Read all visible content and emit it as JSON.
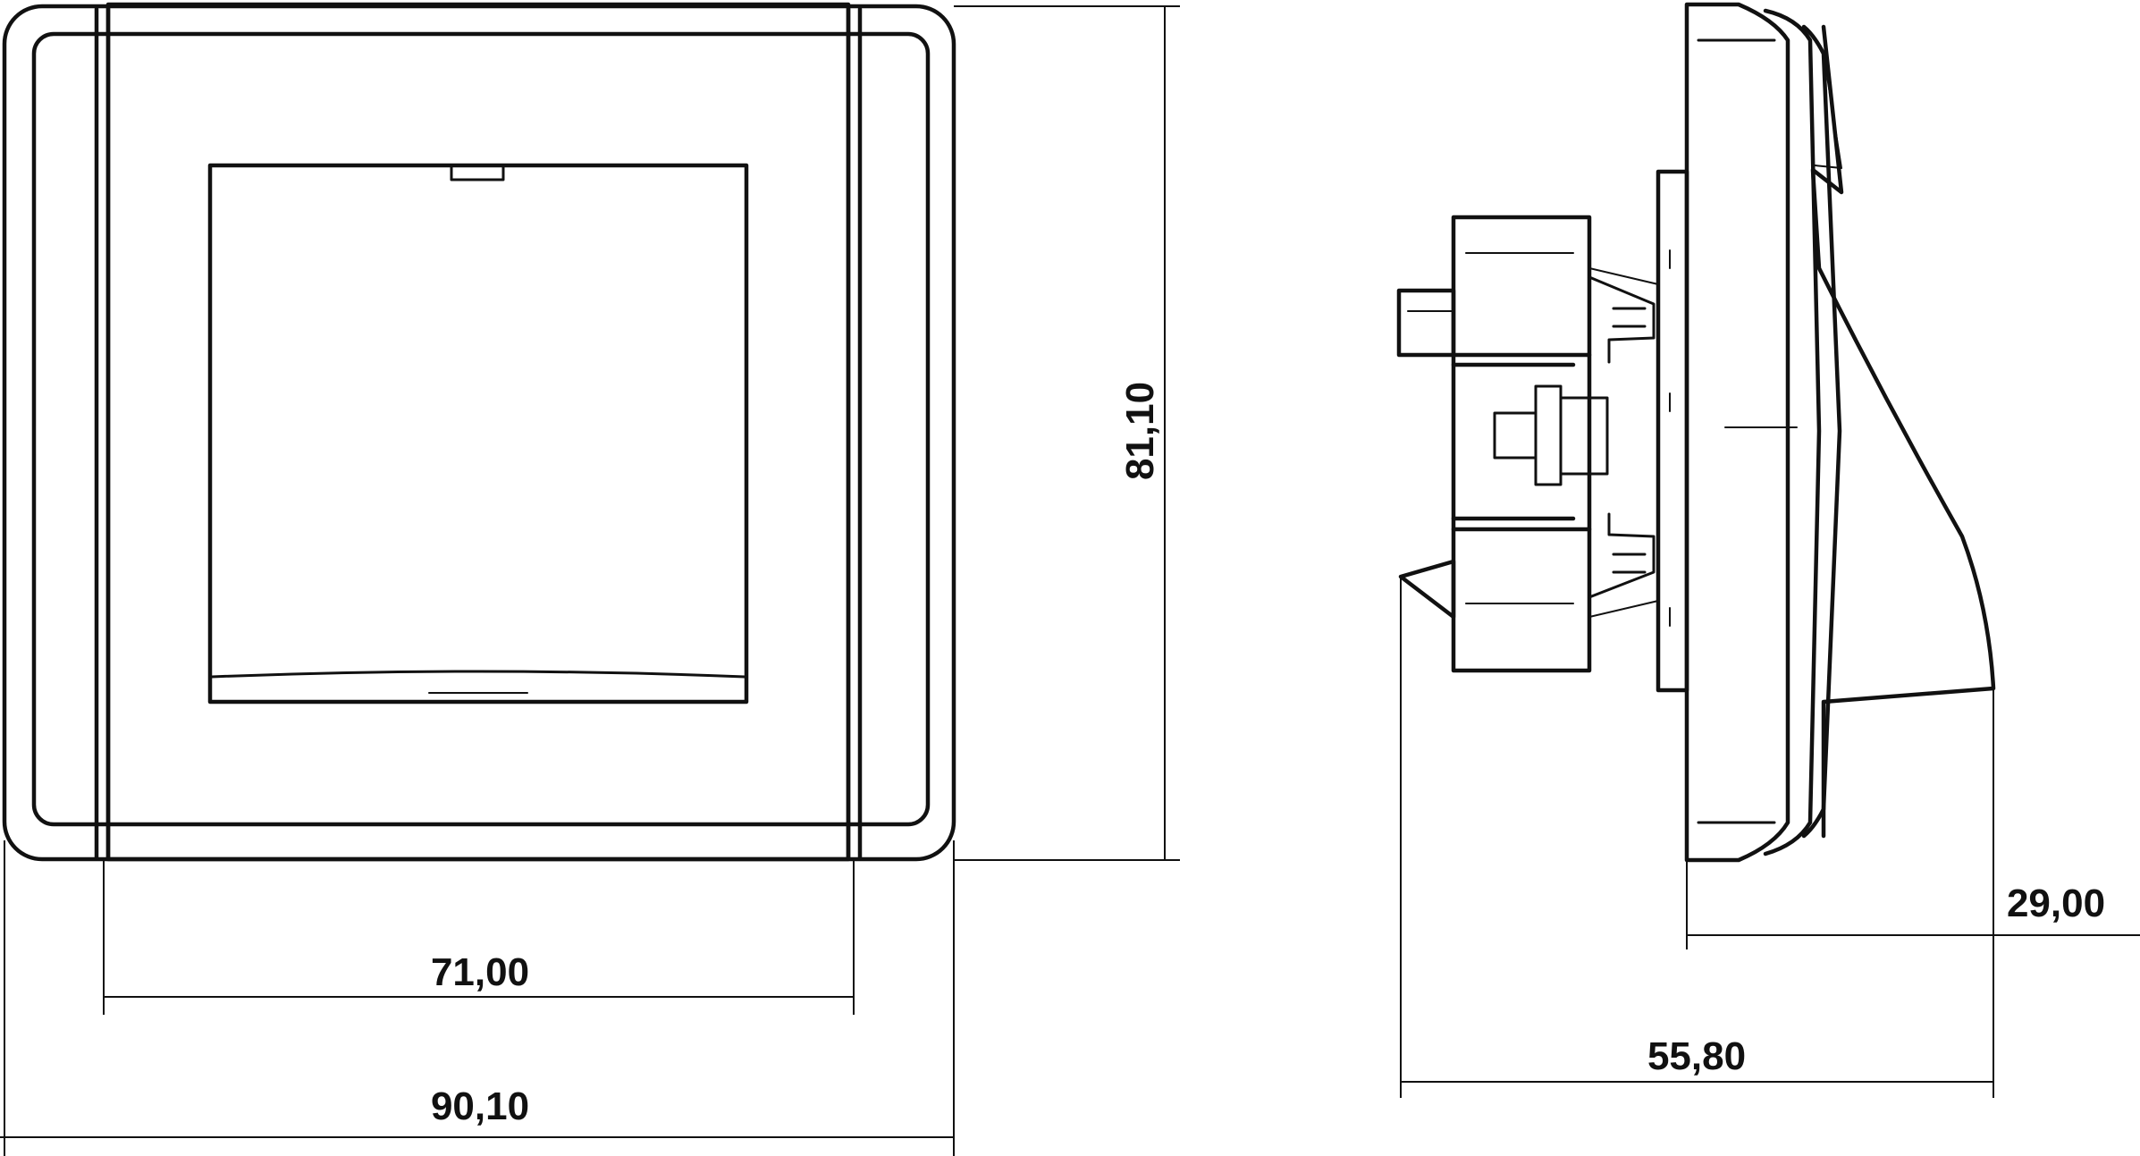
{
  "dimensions": {
    "front_inner_width": "71,00",
    "front_outer_width": "90,10",
    "front_height": "81,10",
    "side_depth_front": "29,00",
    "side_total_depth": "55,80"
  },
  "colors": {
    "line": "#111111",
    "background": "#ffffff"
  }
}
